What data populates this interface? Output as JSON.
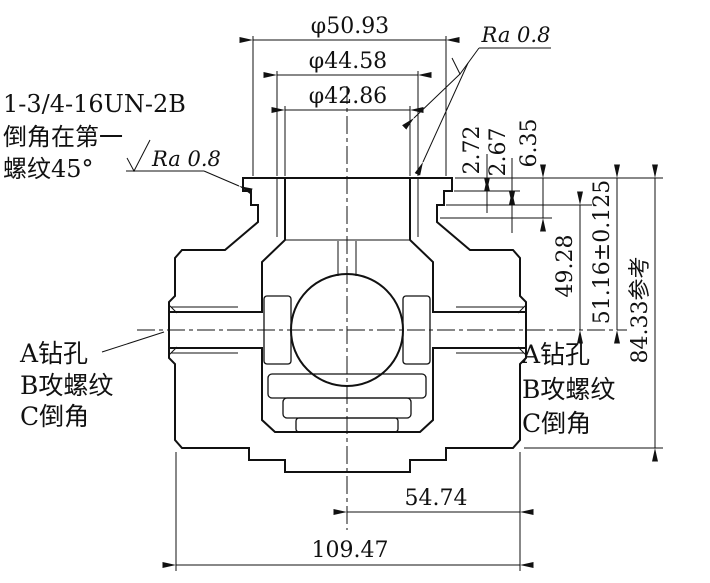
{
  "drawing": {
    "top_dimensions": {
      "d1": "φ50.93",
      "d2": "φ44.58",
      "d3": "φ42.86"
    },
    "right_dimensions": {
      "s1": "2.72",
      "s2": "2.67",
      "s3": "6.35",
      "h1": "49.28",
      "h2": "51.16±0.125",
      "h3": "84.33参考"
    },
    "bottom_dimensions": {
      "w1": "54.74",
      "w2": "109.47"
    },
    "surface_finish": {
      "top": "Ra 0.8",
      "left": "Ra 0.8"
    },
    "thread_note": {
      "line1": "1-3/4-16UN-2B",
      "line2": "倒角在第一",
      "line3": "螺纹45°"
    },
    "port_note_left": {
      "line1": "A钻孔",
      "line2": "B攻螺纹",
      "line3": "C倒角"
    },
    "port_note_right": {
      "line1": "A钻孔",
      "line2": "B攻螺纹",
      "line3": "C倒角"
    },
    "colors": {
      "ink": "#111111",
      "background": "#ffffff"
    }
  }
}
